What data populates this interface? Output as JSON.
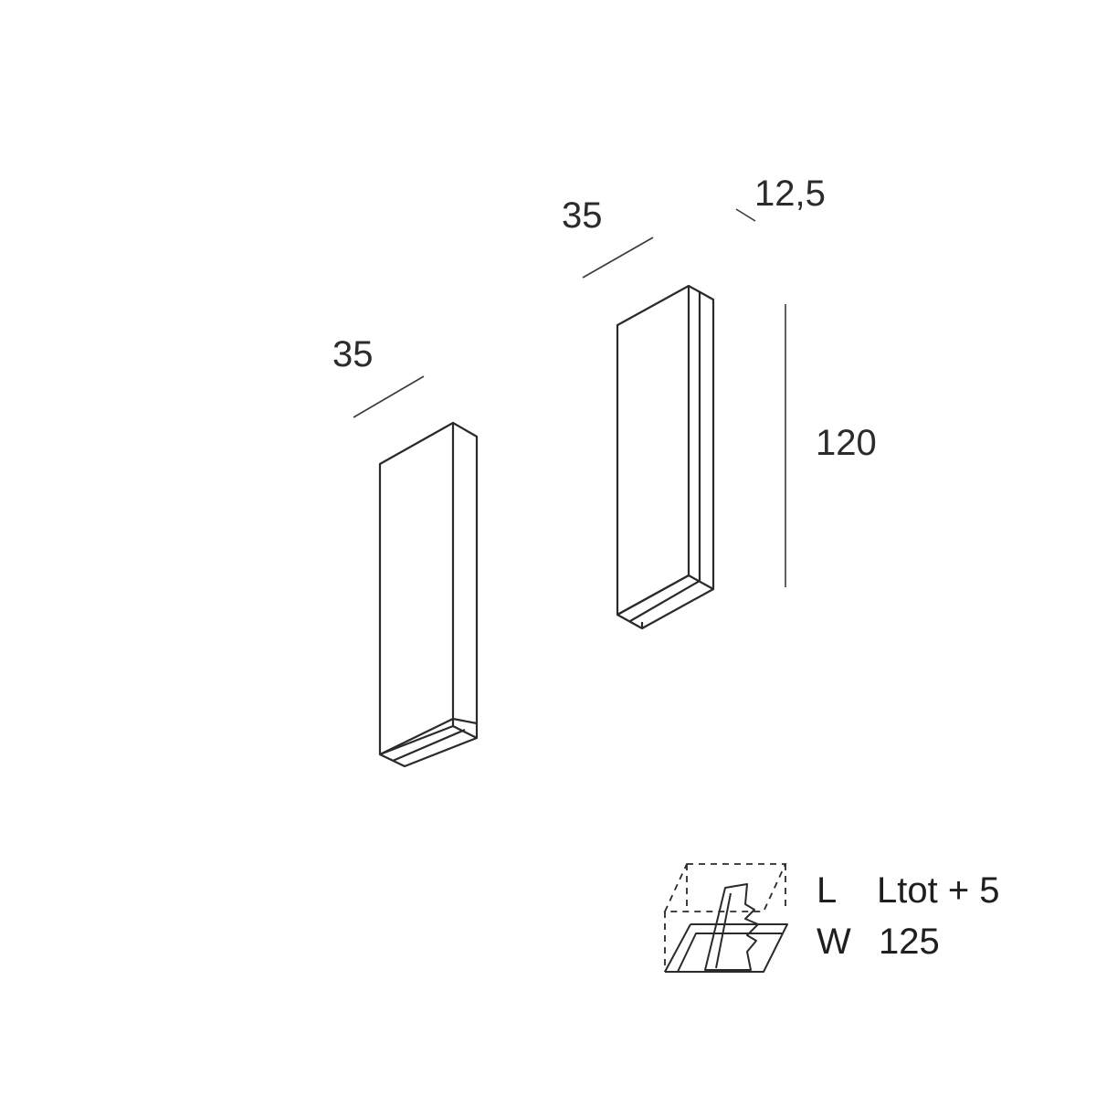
{
  "dimensions": {
    "left_width": "35",
    "right_width": "35",
    "right_depth": "12,5",
    "right_height": "120"
  },
  "spec": {
    "length_label": "L",
    "length_value": "Ltot + 5",
    "width_label": "W",
    "width_value": "125"
  },
  "icons": {
    "spec_icon": "recessed-profile-icon"
  }
}
